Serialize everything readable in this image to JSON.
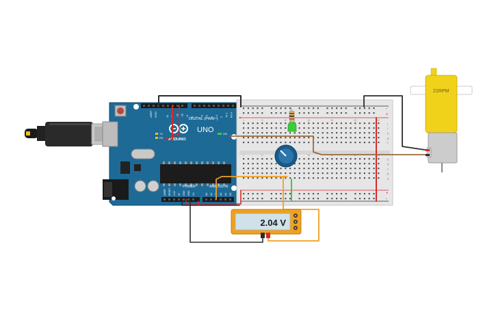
{
  "arduino": {
    "brand": "ARDUINO",
    "model": "UNO",
    "digital_label": "DIGITAL (PWM~)",
    "power_label": "POWER",
    "analog_label": "ANALOG IN",
    "on_label": "ON",
    "tx_label": "TX",
    "rx_label": "RX",
    "aref_label": "AREF",
    "gnd_label": "GND",
    "digital_pins": [
      "13",
      "12",
      "~11",
      "~10",
      "~9",
      "8",
      "7",
      "~6",
      "~5",
      "4",
      "~3",
      "2",
      "TX 1",
      "RX 0"
    ],
    "power_pins": [
      "IOREF",
      "RESET",
      "3.3V",
      "5V",
      "GND",
      "GND",
      "Vin"
    ],
    "analog_pins": [
      "A0",
      "A1",
      "A2",
      "A3",
      "A4",
      "A5"
    ]
  },
  "breadboard": {
    "row_letters_top": [
      "j",
      "i",
      "h",
      "g",
      "f"
    ],
    "row_letters_bottom": [
      "e",
      "d",
      "c",
      "b",
      "a"
    ],
    "column_numbers": [
      "1",
      "5",
      "10",
      "15",
      "20",
      "25",
      "30"
    ],
    "plus_label": "+",
    "minus_label": "-"
  },
  "motor": {
    "label": "21RPM"
  },
  "multimeter": {
    "reading": "2.04 V"
  },
  "colors": {
    "board": "#1e6a96",
    "breadboard": "#e8e8e8",
    "wire_black": "#2b2b2b",
    "wire_red": "#d42a2a",
    "wire_orange": "#f0a020",
    "wire_brown": "#9a6a3c",
    "motor_yellow": "#f1d21a",
    "led_green": "#3ccc3c"
  }
}
